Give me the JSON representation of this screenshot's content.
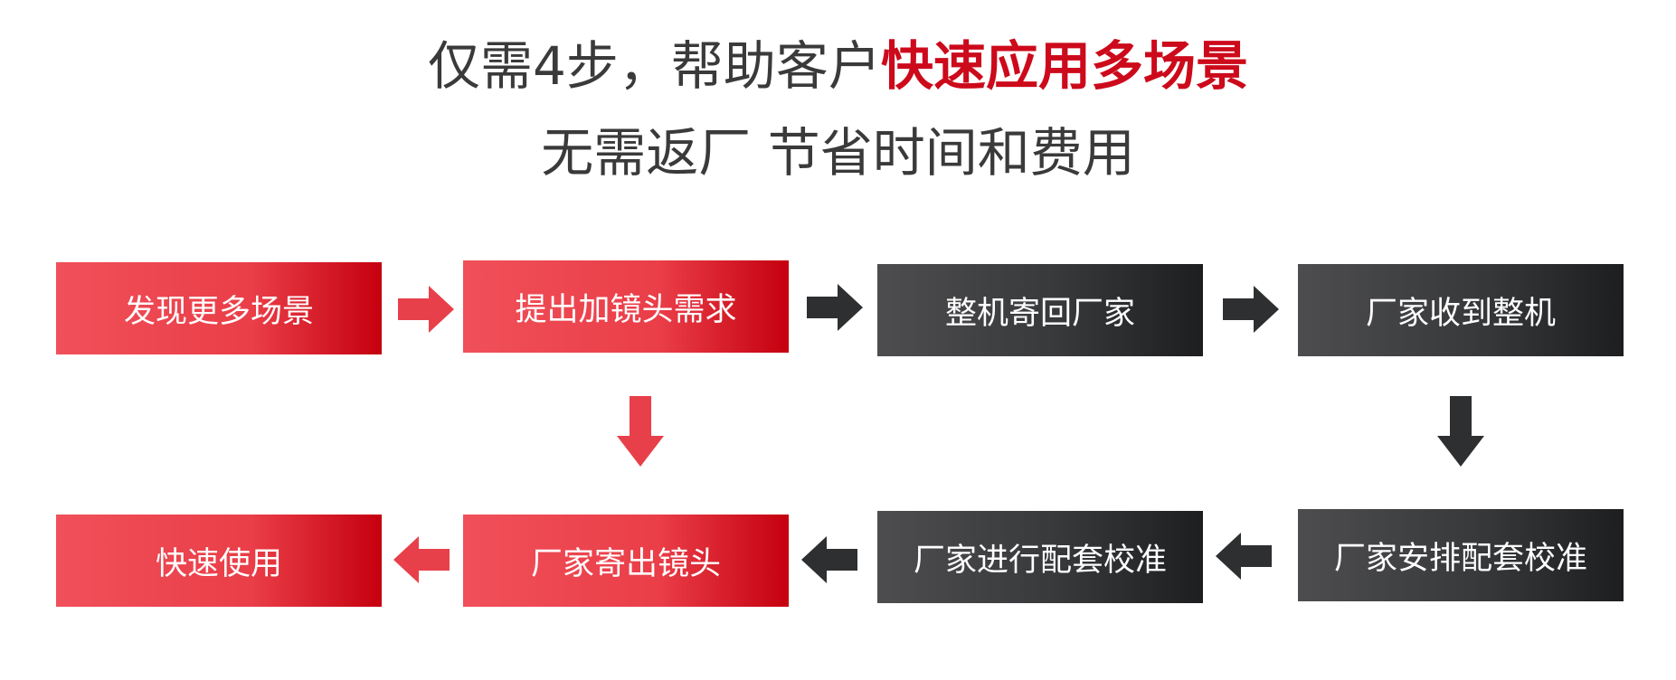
{
  "header": {
    "line1_plain": "仅需4步，帮助客户",
    "line1_highlight": "快速应用多场景",
    "line2": "无需返厂 节省时间和费用"
  },
  "flow": {
    "steps": [
      "发现更多场景",
      "提出加镜头需求",
      "整机寄回厂家",
      "厂家收到整机",
      "厂家安排配套校准",
      "厂家进行配套校准",
      "厂家寄出镜头",
      "快速使用"
    ]
  },
  "colors": {
    "highlight": "#cc0a1b",
    "red_box": "#ea3e48",
    "dark_box": "#38393b",
    "title_text": "#3a3a3a"
  }
}
